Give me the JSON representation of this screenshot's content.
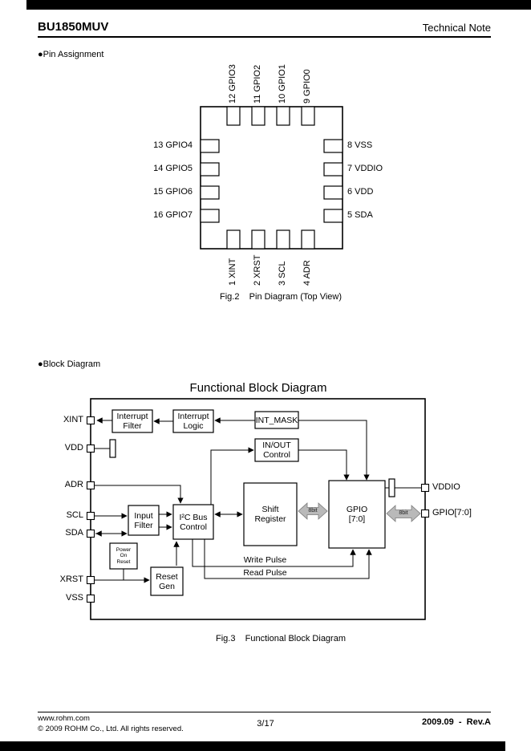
{
  "header": {
    "part_number": "BU1850MUV",
    "doc_type": "Technical Note"
  },
  "pin_assignment": {
    "section_title": "●Pin Assignment",
    "top_pins": [
      "12 GPIO3",
      "11 GPIO2",
      "10 GPIO1",
      "9 GPIO0"
    ],
    "left_pins": [
      "13 GPIO4",
      "14 GPIO5",
      "15 GPIO6",
      "16 GPIO7"
    ],
    "right_pins": [
      "8 VSS",
      "7 VDDIO",
      "6 VDD",
      "5 SDA"
    ],
    "bottom_pins": [
      "1 XINT",
      "2 XRST",
      "3 SCL",
      "4 ADR"
    ],
    "caption": "Fig.2    Pin Diagram (Top View)"
  },
  "block_diagram": {
    "section_title": "●Block Diagram",
    "title": "Functional Block Diagram",
    "caption": "Fig.3    Functional Block Diagram",
    "left_pins": [
      "XINT",
      "VDD",
      "ADR",
      "SCL",
      "SDA",
      "XRST",
      "VSS"
    ],
    "right_pins": [
      "VDDIO",
      "GPIO[7:0]"
    ],
    "blocks": {
      "interrupt_filter": {
        "lines": [
          "Interrupt",
          "Filter"
        ]
      },
      "interrupt_logic": {
        "lines": [
          "Interrupt",
          "Logic"
        ]
      },
      "int_mask": {
        "lines": [
          "INT_MASK"
        ]
      },
      "inout_control": {
        "lines": [
          "IN/OUT",
          "Control"
        ]
      },
      "input_filter": {
        "lines": [
          "Input",
          "Filter"
        ]
      },
      "i2c_bus_control": {
        "lines": [
          "I²C Bus",
          "Control"
        ]
      },
      "shift_register": {
        "lines": [
          "Shift",
          "Register"
        ]
      },
      "gpio": {
        "lines": [
          "GPIO",
          "[7:0]"
        ]
      },
      "power_on_reset": {
        "lines": [
          "Power",
          "On",
          "Reset"
        ]
      },
      "reset_gen": {
        "lines": [
          "Reset",
          "Gen"
        ]
      }
    },
    "labels": {
      "write_pulse": "Write Pulse",
      "read_pulse": "Read Pulse",
      "bus_width": "8bit"
    },
    "colors": {
      "bus_arrow_fill": "#b9b9b9",
      "line_color": "#000000"
    }
  },
  "footer": {
    "website": "www.rohm.com",
    "copyright": "© 2009 ROHM Co., Ltd. All rights reserved.",
    "page_number": "3/17",
    "revision": "2009.09  -  Rev.A"
  }
}
